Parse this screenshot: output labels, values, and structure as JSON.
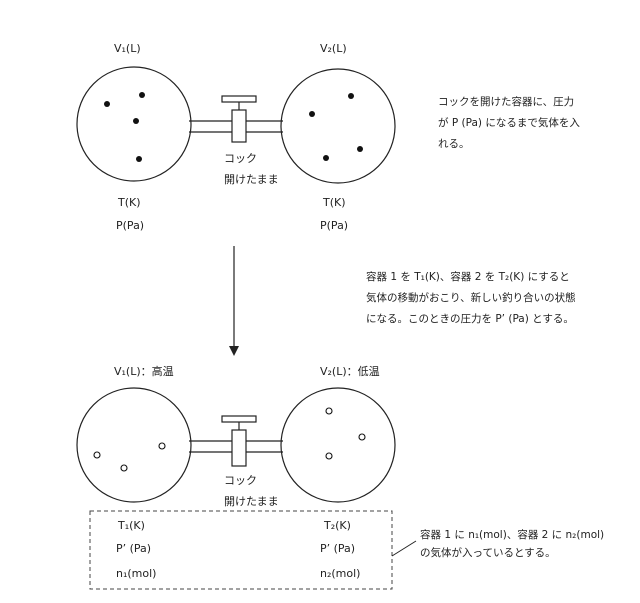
{
  "top": {
    "left_volume": "V₁(L)",
    "right_volume": "V₂(L)",
    "left_temp": "T(K)",
    "left_pressure": "P(Pa)",
    "right_temp": "T(K)",
    "right_pressure": "P(Pa)",
    "cock_label": "コック",
    "cock_state": "開けたまま",
    "note_lines": [
      "コックを開けた容器に、圧力",
      "が P (Pa) になるまで気体を入",
      "れる。"
    ]
  },
  "middle": {
    "note_lines": [
      "容器 1 を T₁(K)、容器 2 を T₂(K) にすると",
      "気体の移動がおこり、新しい釣り合いの状態",
      "になる。このときの圧力を P’ (Pa) とする。"
    ]
  },
  "bottom": {
    "left_volume": "V₁(L)：高温",
    "right_volume": "V₂(L)：低温",
    "cock_label": "コック",
    "cock_state": "開けたまま",
    "left_temp": "T₁(K)",
    "left_pressure": "P’ (Pa)",
    "left_moles": "n₁(mol)",
    "right_temp": "T₂(K)",
    "right_pressure": "P’ (Pa)",
    "right_moles": "n₂(mol)",
    "note_lines": [
      "容器 1 に n₁(mol)、容器 2 に n₂(mol)",
      "の気体が入っているとする。"
    ]
  }
}
